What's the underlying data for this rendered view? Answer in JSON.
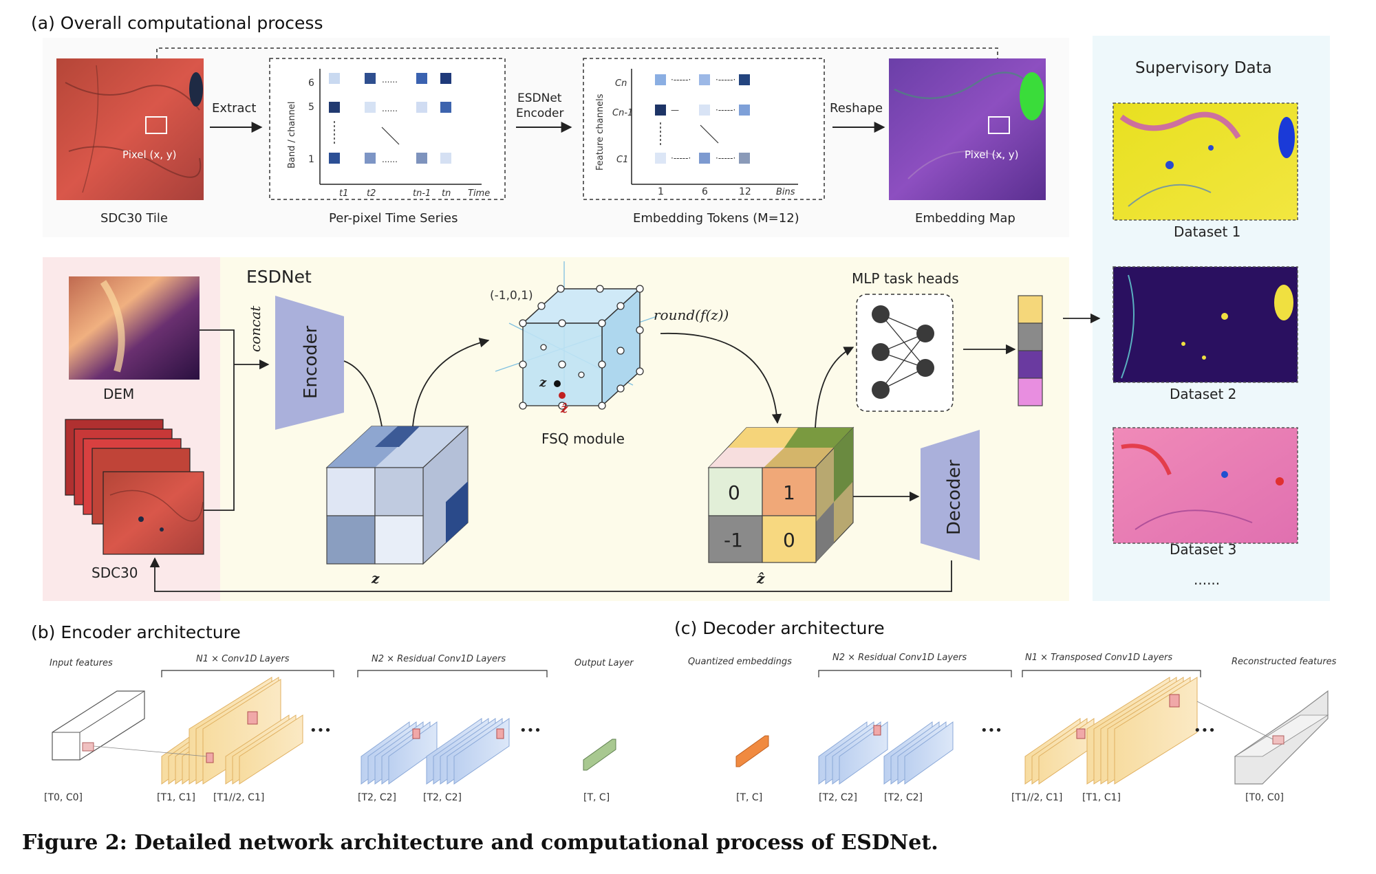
{
  "sections": {
    "a": "(a) Overall computational process",
    "b": "(b) Encoder architecture",
    "c": "(c) Decoder architecture"
  },
  "panel_a": {
    "pixel_xy": "Pixel (x, y)",
    "tile_label": "SDC30 Tile",
    "extract": "Extract",
    "ts_ylabel": "Band / channel",
    "ts_yticks": [
      "6",
      "5",
      "1"
    ],
    "ts_xticks": [
      "t1",
      "t2",
      "tn-1",
      "tn"
    ],
    "ts_xlabel": "Time",
    "ts_label": "Per-pixel Time Series",
    "enc_arrow_line1": "ESDNet",
    "enc_arrow_line2": "Encoder",
    "emb_ylabel": "Feature channels",
    "emb_yticks": [
      "Cn",
      "Cn-1",
      "C1"
    ],
    "emb_xticks": [
      "1",
      "6",
      "12"
    ],
    "emb_xlabel": "Bins",
    "emb_label": "Embedding Tokens (M=12)",
    "reshape": "Reshape",
    "map_label": "Embedding Map"
  },
  "supervisory": {
    "title": "Supervisory Data",
    "datasets": [
      "Dataset 1",
      "Dataset 2",
      "Dataset 3"
    ],
    "more": "......"
  },
  "esdnet": {
    "title": "ESDNet",
    "dem": "DEM",
    "sdc30": "SDC30",
    "concat": "concat",
    "encoder": "Encoder",
    "decoder": "Decoder",
    "z": "z",
    "z_hat": "ẑ",
    "fsq_vertex": "(-1,0,1)",
    "fsq_module": "FSQ module",
    "round": "round(f(z))",
    "mlp": "MLP task heads",
    "cube_values": [
      "0",
      "1",
      "-1",
      "0"
    ]
  },
  "encoder_arch": {
    "input": "Input features",
    "conv": "N1 × Conv1D Layers",
    "res": "N2 × Residual Conv1D Layers",
    "output": "Output Layer",
    "dims": [
      "[T0, C0]",
      "[T1, C1]",
      "[T1//2, C1]",
      "[T2, C2]",
      "[T2, C2]",
      "[T, C]"
    ],
    "ellipsis": "•••"
  },
  "decoder_arch": {
    "input": "Quantized embeddings",
    "res": "N2 × Residual Conv1D Layers",
    "tconv": "N1 × Transposed Conv1D Layers",
    "output": "Reconstructed features",
    "dims": [
      "[T, C]",
      "[T2, C2]",
      "[T2, C2]",
      "[T1//2, C1]",
      "[T1, C1]",
      "[T0, C0]"
    ],
    "ellipsis": "•••"
  },
  "caption": "Figure 2: Detailed network architecture and computational process of ESDNet.",
  "colors": {
    "encoder_fill": "#aab0db",
    "fsq_fill": "#bfe3f5",
    "mlp_out": [
      "#f5d77a",
      "#8a8a8a",
      "#6a3aa0",
      "#e88ee0"
    ],
    "bg_pink": "#fbe9ea",
    "bg_yellow": "#fdfbea",
    "bg_blue": "#eef8fb"
  }
}
